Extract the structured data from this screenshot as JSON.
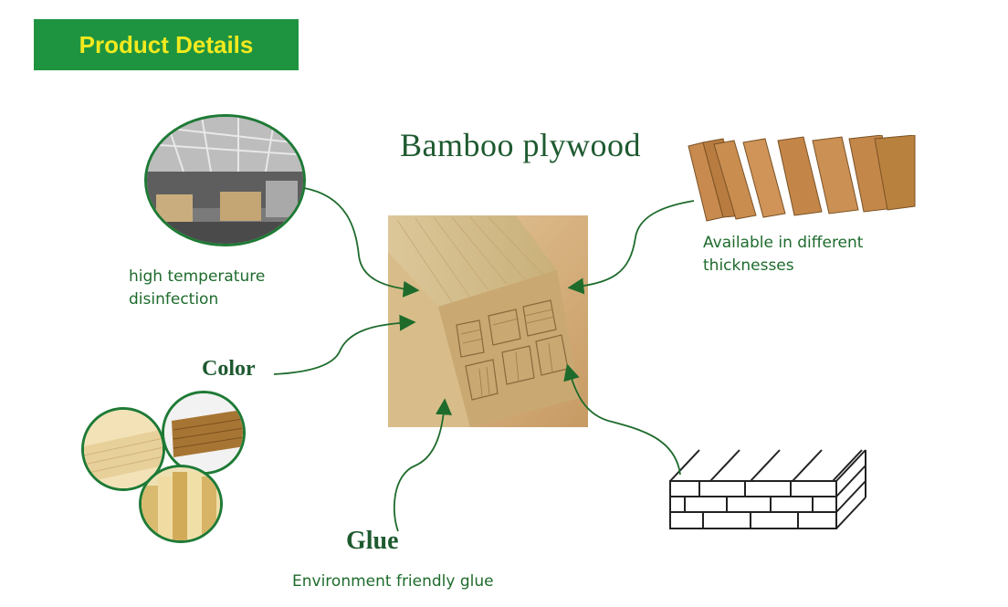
{
  "banner": {
    "text": "Product Details"
  },
  "title": "Bamboo plywood",
  "labels": {
    "disinfection": [
      "high temperature",
      "disinfection"
    ],
    "thickness": [
      "Available in different",
      "thicknesses"
    ],
    "color": "Color",
    "glue": "Glue",
    "glue_desc": "Environment friendly glue"
  },
  "colors": {
    "banner_bg": "#1f9440",
    "banner_text": "#f2ea1e",
    "accent": "#1e5a30",
    "circle_border": "#1e7a35"
  }
}
